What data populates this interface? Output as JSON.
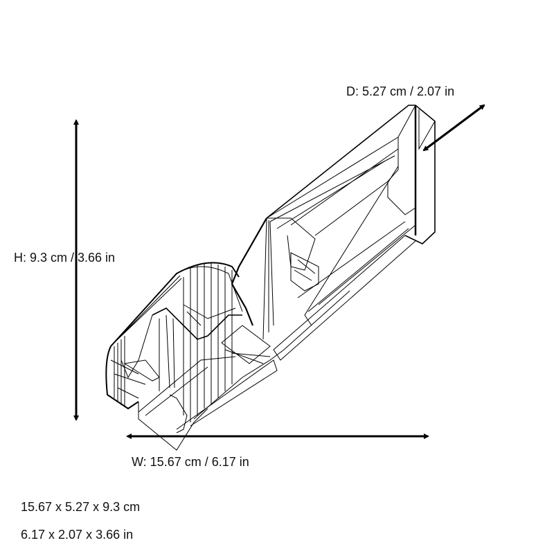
{
  "labels": {
    "depth": "D: 5.27 cm / 2.07 in",
    "height": "H: 9.3 cm / 3.66 in",
    "width": "W: 15.67 cm / 6.17 in"
  },
  "summary": {
    "cm": "15.67 x 5.27 x 9.3 cm",
    "in": "6.17 x 2.07 x 3.66 in"
  },
  "dimensions": {
    "width_cm": 15.67,
    "depth_cm": 5.27,
    "height_cm": 9.3,
    "width_in": 6.17,
    "depth_in": 2.07,
    "height_in": 3.66
  },
  "colors": {
    "line": "#000000",
    "background": "#ffffff"
  },
  "model": {
    "icon": "wireframe-3d-model"
  }
}
